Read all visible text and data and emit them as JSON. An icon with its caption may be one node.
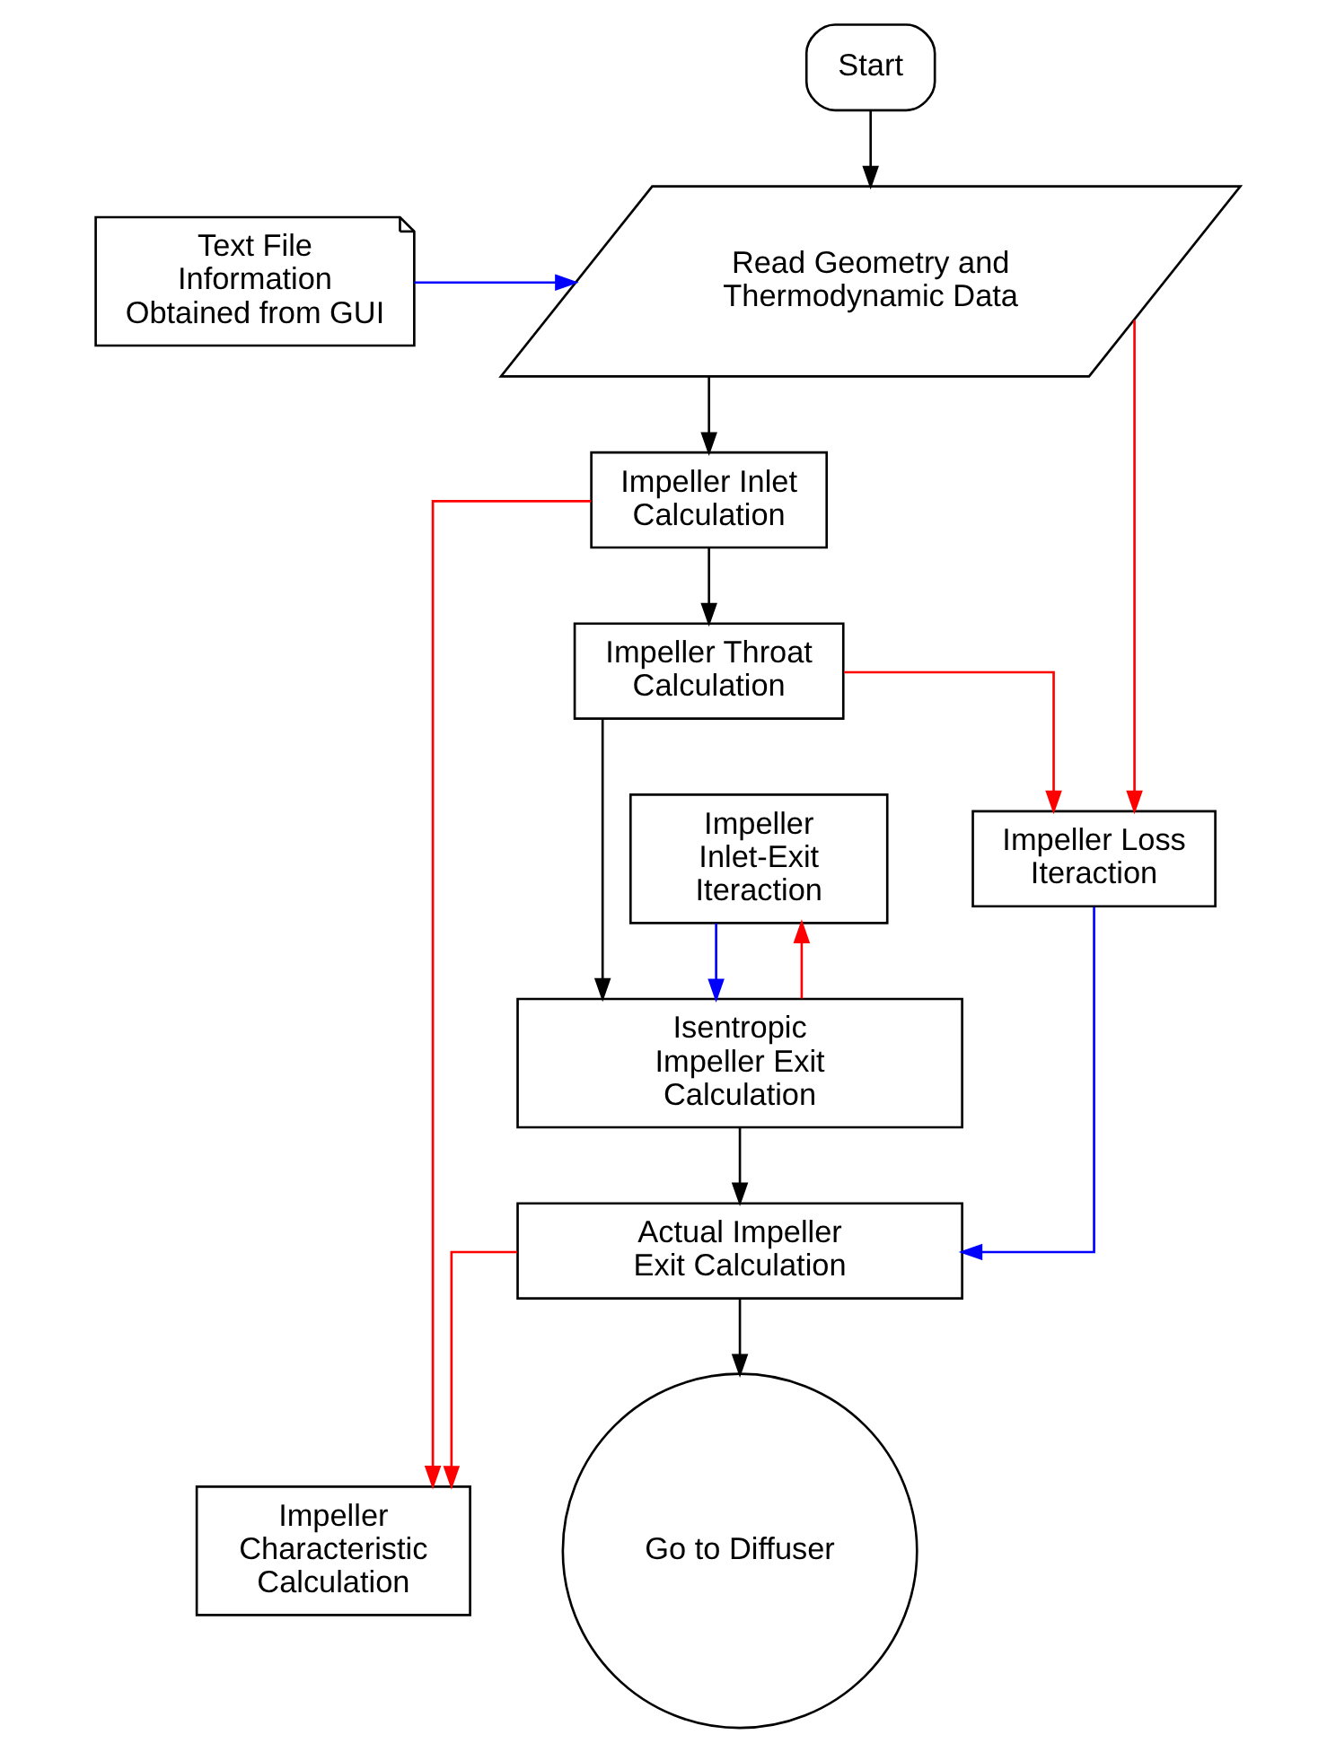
{
  "diagram": {
    "nodes": [
      {
        "text": [
          "Start"
        ]
      },
      {
        "text": [
          "Text File Information Obtained from GUI"
        ]
      },
      {
        "text": [
          "Read Geometry and Thermodynamic Data"
        ]
      },
      {
        "text": [
          "Impeller Inlet Calculation"
        ]
      },
      {
        "text": [
          "Impeller Throat Calculation"
        ]
      },
      {
        "text": [
          "Impeller Inlet-Exit Iteraction"
        ]
      },
      {
        "text": [
          "Impeller Loss Iteraction"
        ]
      },
      {
        "text": [
          "Isentropic Impeller Exit Calculation"
        ]
      },
      {
        "text": [
          "Actual Impeller Exit Calculation"
        ]
      },
      {
        "text": [
          "Impeller Characteristic Calculation"
        ]
      },
      {
        "text": [
          "Go to Diffuser"
        ]
      }
    ],
    "edges": [
      {
        "from": 0,
        "to": 2,
        "arrow": "to"
      },
      {
        "from": 1,
        "to": 2,
        "arrow": "to",
        "color": "#0000ff"
      },
      {
        "from": 2,
        "to": 6,
        "arrow": "to",
        "color": "#ff0000"
      },
      {
        "from": 2,
        "to": 3,
        "arrow": "to"
      },
      {
        "from": 3,
        "to": 4,
        "arrow": "to"
      },
      {
        "from": 3,
        "to": 9,
        "arrow": "to",
        "color": "#ff0000"
      },
      {
        "from": 7,
        "to": 5,
        "arrow": "to",
        "color": "#ff0000"
      },
      {
        "from": 4,
        "to": 7,
        "arrow": "to"
      },
      {
        "from": 4,
        "to": 6,
        "arrow": "to",
        "color": "#ff0000"
      },
      {
        "from": 5,
        "to": 7,
        "arrow": "to",
        "color": "#0000ff"
      },
      {
        "from": 7,
        "to": 8,
        "arrow": "to"
      },
      {
        "from": 6,
        "to": 8,
        "arrow": "to",
        "color": "#0000ff"
      },
      {
        "from": 8,
        "to": 9,
        "arrow": "to",
        "color": "#ff0000"
      },
      {
        "from": 8,
        "to": 10,
        "arrow": "to"
      }
    ]
  }
}
